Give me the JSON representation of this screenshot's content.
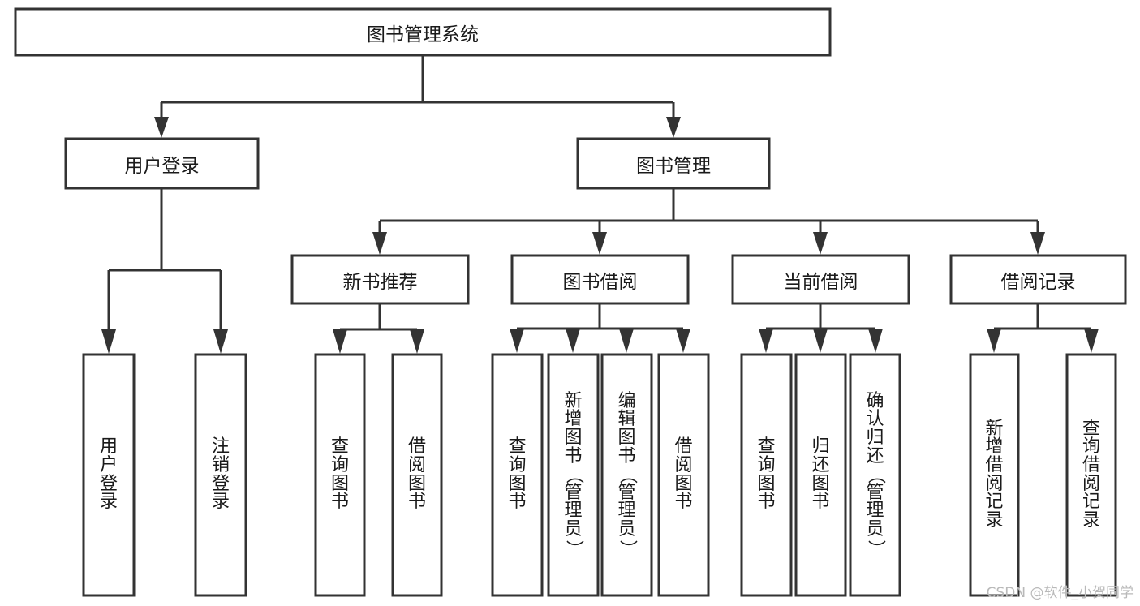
{
  "diagram": {
    "type": "tree",
    "title": "图书管理系统",
    "watermark": "CSDN @软件_小贺同学",
    "colors": {
      "stroke": "#333333",
      "fill": "#ffffff",
      "text": "#1a1a1a",
      "watermark": "#b9b9b9"
    },
    "root": {
      "id": "root",
      "label": "图书管理系统",
      "orientation": "horizontal"
    },
    "level2": [
      {
        "id": "user-login",
        "label": "用户登录",
        "orientation": "horizontal"
      },
      {
        "id": "book-management",
        "label": "图书管理",
        "orientation": "horizontal"
      }
    ],
    "level3": [
      {
        "id": "new-book-recommend",
        "label": "新书推荐",
        "orientation": "horizontal",
        "parent": "book-management"
      },
      {
        "id": "book-borrow",
        "label": "图书借阅",
        "orientation": "horizontal",
        "parent": "book-management"
      },
      {
        "id": "current-borrow",
        "label": "当前借阅",
        "orientation": "horizontal",
        "parent": "book-management"
      },
      {
        "id": "borrow-record",
        "label": "借阅记录",
        "orientation": "horizontal",
        "parent": "book-management"
      }
    ],
    "leaves": [
      {
        "id": "leaf-user-login",
        "label": "用户登录",
        "parent": "user-login",
        "orientation": "vertical"
      },
      {
        "id": "leaf-user-logout",
        "label": "注销登录",
        "parent": "user-login",
        "orientation": "vertical"
      },
      {
        "id": "leaf-query-book-1",
        "label": "查询图书",
        "parent": "new-book-recommend",
        "orientation": "vertical"
      },
      {
        "id": "leaf-borrow-book-1",
        "label": "借阅图书",
        "parent": "new-book-recommend",
        "orientation": "vertical"
      },
      {
        "id": "leaf-query-book-2",
        "label": "查询图书",
        "parent": "book-borrow",
        "orientation": "vertical"
      },
      {
        "id": "leaf-add-book",
        "label": "新增图书（管理员）",
        "parent": "book-borrow",
        "orientation": "vertical"
      },
      {
        "id": "leaf-edit-book",
        "label": "编辑图书（管理员）",
        "parent": "book-borrow",
        "orientation": "vertical"
      },
      {
        "id": "leaf-borrow-book-2",
        "label": "借阅图书",
        "parent": "book-borrow",
        "orientation": "vertical"
      },
      {
        "id": "leaf-query-book-3",
        "label": "查询图书",
        "parent": "current-borrow",
        "orientation": "vertical"
      },
      {
        "id": "leaf-return-book",
        "label": "归还图书",
        "parent": "current-borrow",
        "orientation": "vertical"
      },
      {
        "id": "leaf-confirm-return",
        "label": "确认归还（管理员）",
        "parent": "current-borrow",
        "orientation": "vertical"
      },
      {
        "id": "leaf-add-record",
        "label": "新增借阅记录",
        "parent": "borrow-record",
        "orientation": "vertical"
      },
      {
        "id": "leaf-query-record",
        "label": "查询借阅记录",
        "parent": "borrow-record",
        "orientation": "vertical"
      }
    ]
  }
}
